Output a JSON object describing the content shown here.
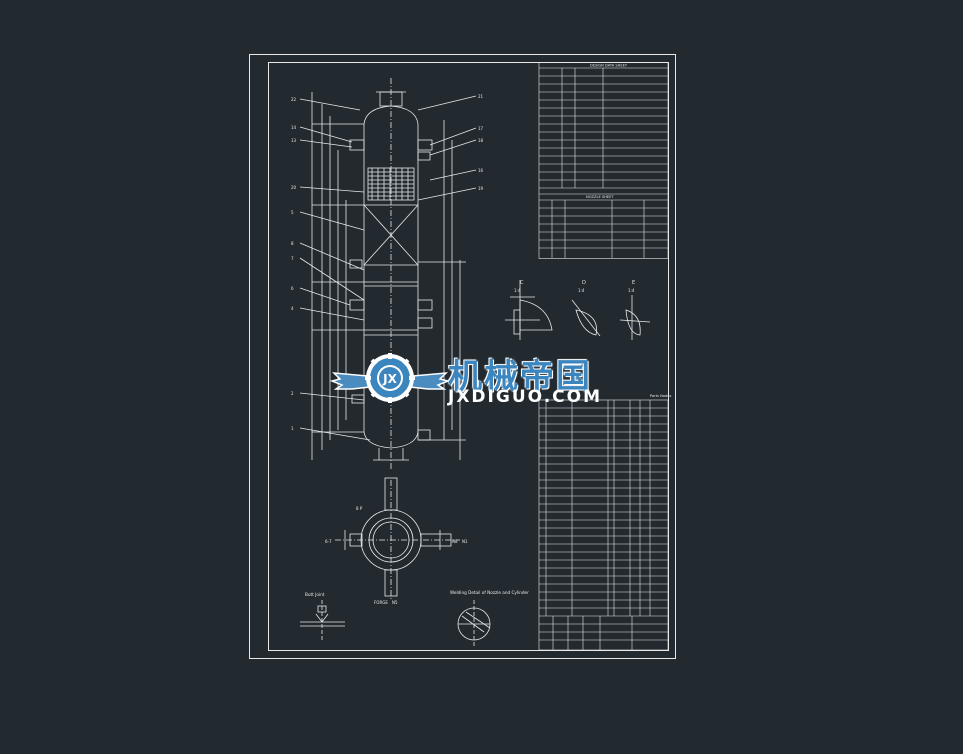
{
  "watermark": {
    "title": "机械帝国",
    "subtitle": "JXDIGUO.COM",
    "badge": "JX"
  },
  "drawing_labels": {
    "view_c": "C",
    "view_d": "D",
    "view_e": "E",
    "ratio_c": "1:4",
    "ratio_d": "1:4",
    "ratio_e": "1:4",
    "weld_detail": "Welding Detail of Nozzle and Cylinder",
    "butt_joint": "Butt Joint",
    "parts_title": "Parts Nodes",
    "nozzle_table_title": "NOZZLE SHEET",
    "design_title": "DESIGN DATA SHEET"
  },
  "colors": {
    "background": "#222a30",
    "line": "#e8e8e8",
    "watermark_blue": "#3c86bf"
  }
}
